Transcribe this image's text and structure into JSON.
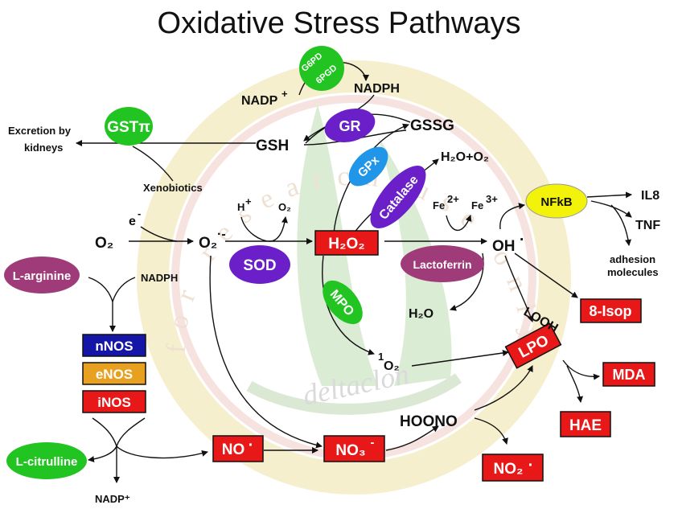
{
  "title": "Oxidative Stress Pathways",
  "watermark": {
    "arc_text": "for research use only",
    "brand": "deltaclon"
  },
  "enzymes": {
    "g6pd": "G6PD",
    "pgd": "6PGD",
    "gst": "GSTπ",
    "gr": "GR",
    "gpx": "GPx",
    "catalase": "Catalase",
    "sod": "SOD",
    "lactoferrin": "Lactoferrin",
    "mpo": "MPO",
    "nfkb": "NFkB",
    "l_arginine": "L-arginine",
    "l_citrulline": "L-citrulline"
  },
  "nos": {
    "n": "nNOS",
    "e": "eNOS",
    "i": "iNOS"
  },
  "species": {
    "nadp_top": "NADP",
    "nadp_sup": "+",
    "nadph_top": "NADPH",
    "gsh": "GSH",
    "gssg": "GSSG",
    "h2o_o2": "H₂O+O₂",
    "excretion_line1": "Excretion by",
    "excretion_line2": "kidneys",
    "xenobiotics": "Xenobiotics",
    "e_minus": "e",
    "minus": "-",
    "h_plus": "H",
    "plus": "+",
    "o2_small": "O₂",
    "o2": "O₂",
    "superoxide": "O₂",
    "superoxide_charge": "·-",
    "nadph_mid": "NADPH",
    "fe2": "Fe",
    "fe2_charge": "2+",
    "fe3": "Fe",
    "fe3_charge": "3+",
    "oh": "OH",
    "dot": "·",
    "il8": "IL8",
    "tnf": "TNF",
    "adhesion1": "adhesion",
    "adhesion2": "molecules",
    "h2o": "H₂O",
    "singlet_sup": "1",
    "singlet": "O₂",
    "looh": "LOOH",
    "hoono": "HOONO",
    "nadp_bottom": "NADP⁺"
  },
  "boxes": {
    "h2o2": "H₂O₂",
    "isop": "8-Isop",
    "lpo": "LPO",
    "mda": "MDA",
    "hae": "HAE",
    "no": "NO",
    "no3": "NO₃",
    "no3_charge": "-",
    "no2": "NO₂",
    "dot": "·"
  },
  "colors": {
    "green": "#22c422",
    "purple": "#6a1fc9",
    "blue": "#2196e8",
    "magenta": "#a03b7a",
    "yellow": "#f2f20a",
    "red": "#e81818",
    "navy": "#1515a8",
    "orange": "#e8a020",
    "watermark_ring": "#f3e8b0",
    "watermark_ring2": "#f4d8d8",
    "watermark_sail": "#cfe6c6"
  }
}
